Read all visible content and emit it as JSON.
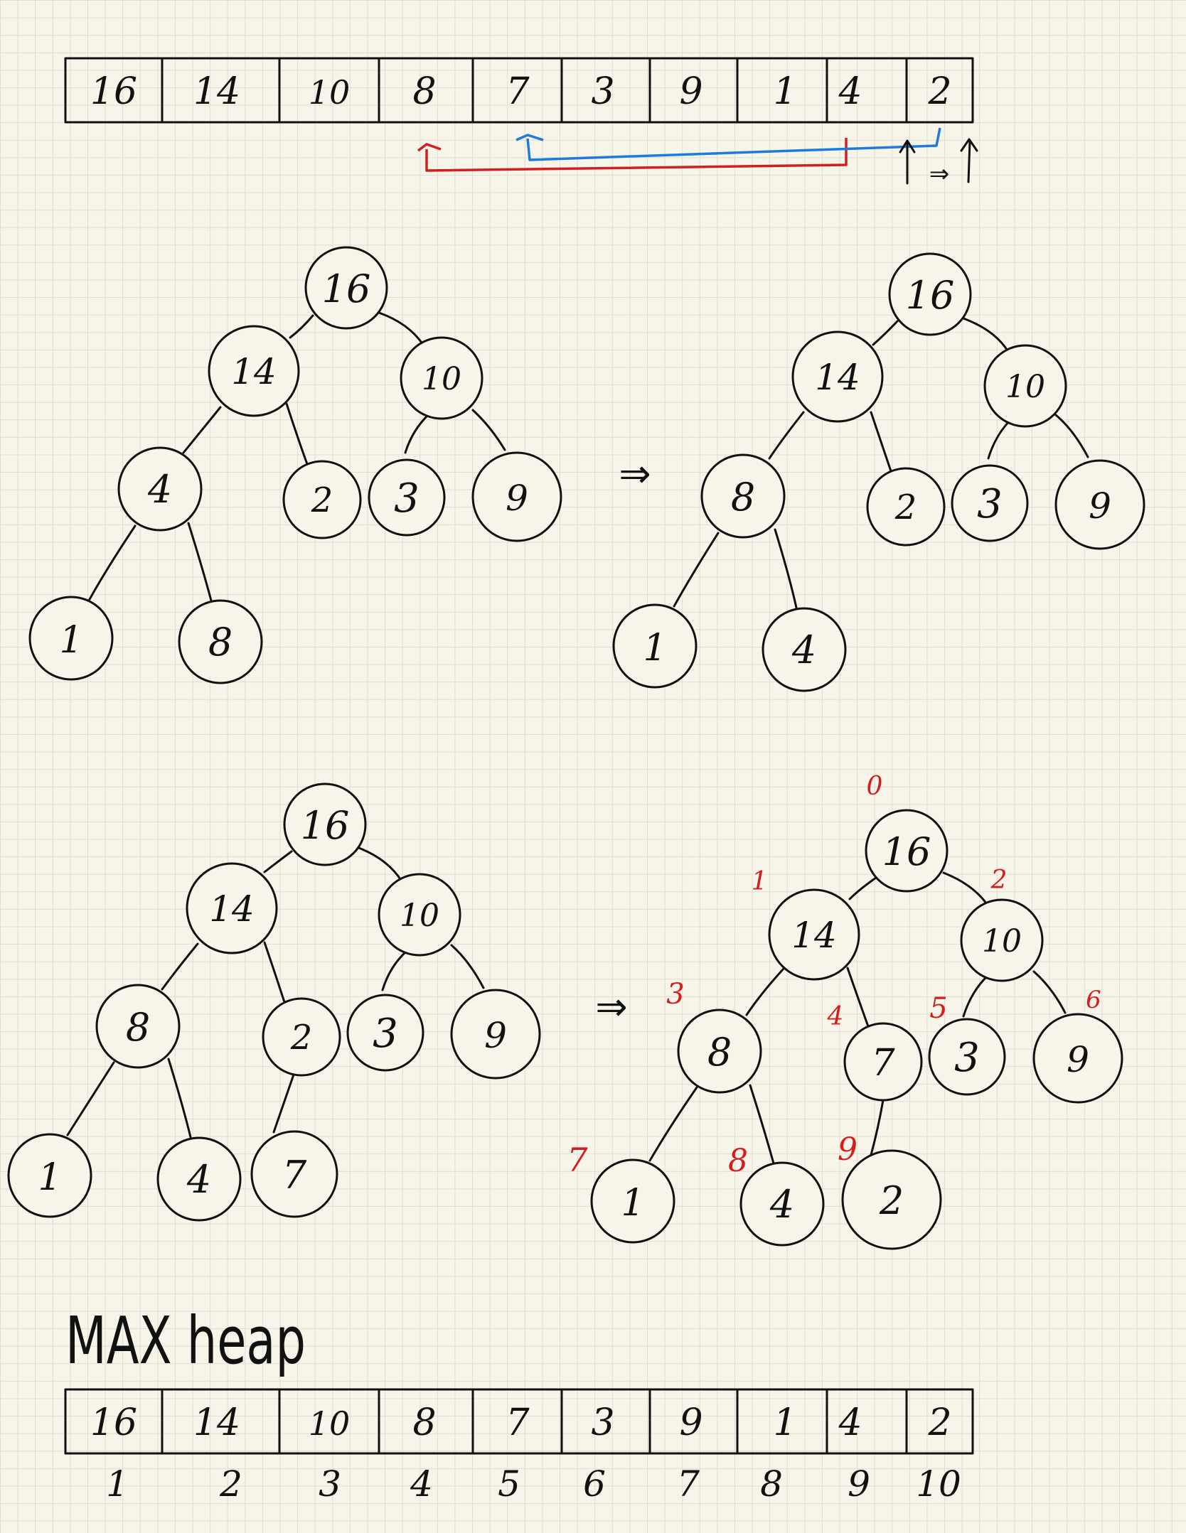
{
  "array_top": [
    "16",
    "14",
    "10",
    "8",
    "7",
    "3",
    "9",
    "1",
    "4",
    "2"
  ],
  "array_bottom": [
    "16",
    "14",
    "10",
    "8",
    "7",
    "3",
    "9",
    "1",
    "4",
    "2"
  ],
  "indices": [
    "1",
    "2",
    "3",
    "4",
    "5",
    "6",
    "7",
    "8",
    "9",
    "10"
  ],
  "section_title": "MAX heap",
  "arrow_symbol": "⇒",
  "colors": {
    "red": "#d21e1e",
    "blue": "#1f7ae0",
    "ink": "#111111"
  },
  "trees": [
    {
      "name": "tree-1",
      "nodes": [
        "16",
        "14",
        "10",
        "4",
        "2",
        "3",
        "9",
        "1",
        "8"
      ]
    },
    {
      "name": "tree-2",
      "nodes": [
        "16",
        "14",
        "10",
        "8",
        "2",
        "3",
        "9",
        "1",
        "4"
      ]
    },
    {
      "name": "tree-3",
      "nodes": [
        "16",
        "14",
        "10",
        "8",
        "2",
        "3",
        "9",
        "1",
        "4",
        "7"
      ]
    },
    {
      "name": "tree-4",
      "nodes": [
        "16",
        "14",
        "10",
        "8",
        "7",
        "3",
        "9",
        "1",
        "4",
        "2"
      ],
      "index_labels": [
        "0",
        "1",
        "2",
        "3",
        "4",
        "5",
        "6",
        "7",
        "8",
        "9"
      ]
    }
  ]
}
